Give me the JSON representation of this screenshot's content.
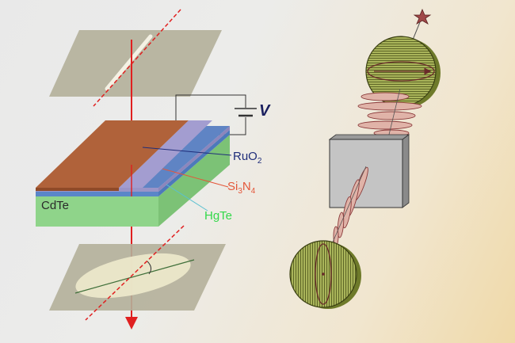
{
  "labels": {
    "voltage": "V",
    "ruo2": "RuO",
    "ruo2_sub": "2",
    "si3n4_a": "Si",
    "si3n4_sub1": "3",
    "si3n4_b": "N",
    "si3n4_sub2": "4",
    "cdte": "CdTe",
    "hgte": "HgTe"
  },
  "colors": {
    "ruo2_label": "#1f2d7a",
    "si3n4_label": "#e4573a",
    "cdte_label": "#2a2a2a",
    "hgte_label": "#33d84a",
    "voltage_label": "#1a1f5e",
    "gate_top": "#b0623a",
    "nitride_top": "#9a94c8",
    "hgte_edge": "#5a86c8",
    "cdte_block": "#8fd48a",
    "polarizer_plate": "#b4b09a",
    "beam": "#e02020",
    "sphere_fill": "#a9b45a",
    "wave": "#8a3a3a",
    "crystal_box": "#c4c4c4"
  },
  "icons": [
    "star-icon"
  ]
}
